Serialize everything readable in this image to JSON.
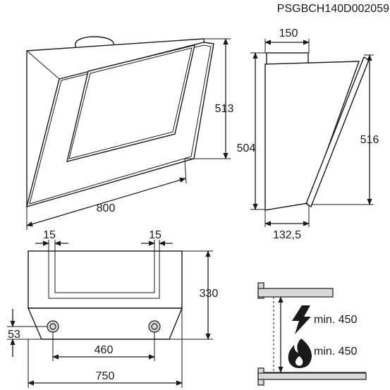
{
  "model_code": "PSGBCH140D002059",
  "views": {
    "perspective": {
      "width": "800",
      "height": "513"
    },
    "side": {
      "top_depth": "150",
      "height_front": "504",
      "height_back": "516",
      "bottom_depth": "132,5"
    },
    "front": {
      "inset_left": "15",
      "inset_right": "15",
      "height": "330",
      "hole_height": "53",
      "hole_spacing": "460",
      "width": "750"
    },
    "clearance": {
      "electric_label": "min. 450",
      "gas_label": "min. 450"
    }
  },
  "colors": {
    "line": "#1a1a1a",
    "shading": "#d9d9d9",
    "background": "#ffffff"
  },
  "icons": [
    "lightning-icon",
    "flame-icon"
  ]
}
